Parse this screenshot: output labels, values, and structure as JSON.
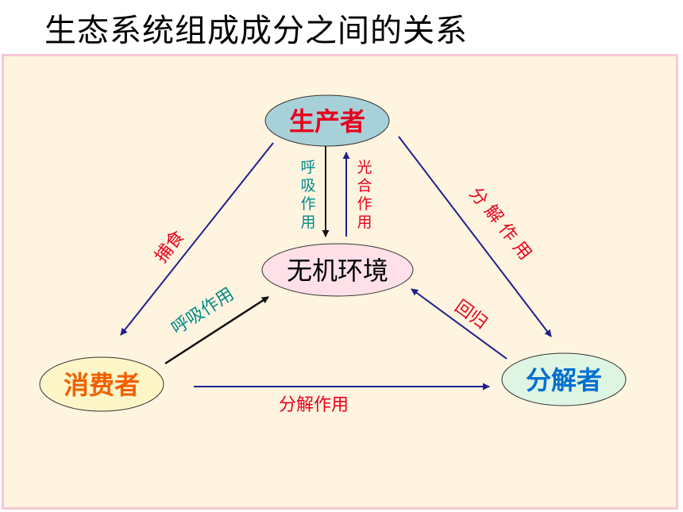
{
  "title": "生态系统组成成分之间的关系",
  "colors": {
    "panel_bg": "#fff4df",
    "panel_border": "#f7c9d2",
    "arrow_navy": "#1f1f8f",
    "red": "#e8001c",
    "teal": "#008a8a",
    "orange": "#f06000",
    "blue": "#0070d0"
  },
  "nodes": {
    "producer": "生产者",
    "environment": "无机环境",
    "consumer": "消费者",
    "decomposer": "分解者"
  },
  "edges": {
    "predation": "捕食",
    "consumer_respiration": "呼吸作用",
    "producer_respiration": [
      "呼",
      "吸",
      "作",
      "用"
    ],
    "photosynthesis": [
      "光",
      "合",
      "作",
      "用"
    ],
    "producer_decomposition": [
      "分",
      "解",
      "作",
      "用"
    ],
    "return": "回归",
    "consumer_decomposition": "分解作用"
  }
}
